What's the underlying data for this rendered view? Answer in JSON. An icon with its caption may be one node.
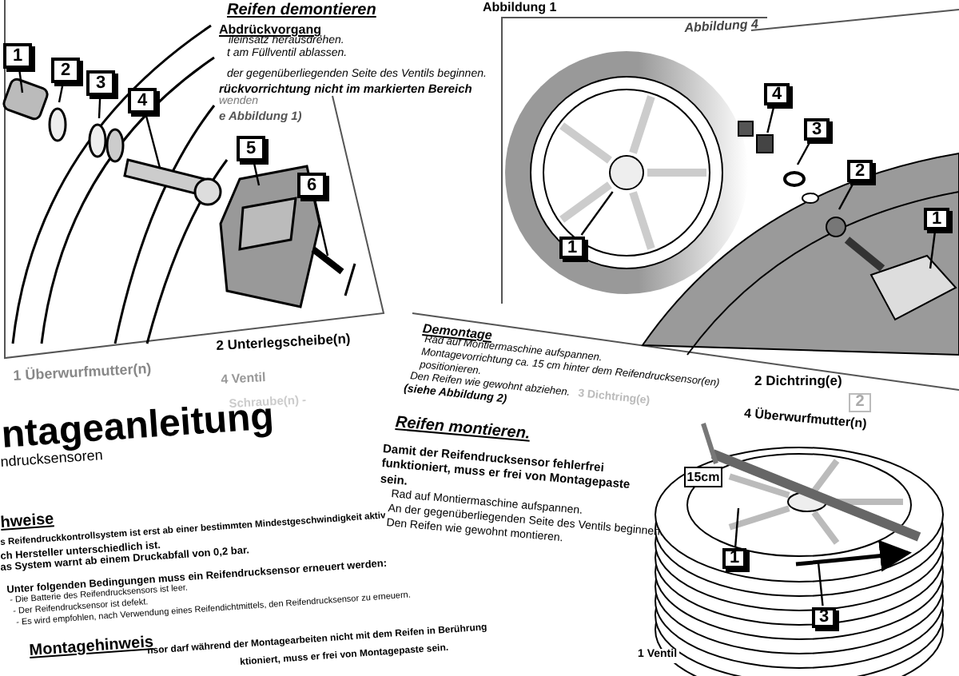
{
  "diagram": {
    "nodes": [
      {
        "text": [
          "1"
        ]
      },
      {
        "text": [
          "2"
        ]
      },
      {
        "text": [
          "3"
        ]
      },
      {
        "text": [
          "4"
        ]
      },
      {
        "text": [
          "5"
        ]
      },
      {
        "text": [
          "6"
        ]
      },
      {
        "text": [
          "1"
        ]
      },
      {
        "text": [
          "4"
        ]
      },
      {
        "text": [
          "3"
        ]
      },
      {
        "text": [
          "2"
        ]
      },
      {
        "text": [
          "1"
        ]
      },
      {
        "text": [
          "2"
        ]
      },
      {
        "text": [
          "1"
        ]
      },
      {
        "text": [
          "3"
        ]
      },
      {
        "text": [
          "15cm"
        ]
      },
      {
        "text": [],
        "shape": "circle"
      },
      {
        "text": [],
        "shape": "box"
      }
    ],
    "edges": [
      {
        "from": 0,
        "to": null,
        "arrow": "none"
      },
      {
        "from": 1,
        "to": null,
        "arrow": "none"
      },
      {
        "from": 2,
        "to": null,
        "arrow": "none"
      },
      {
        "from": 3,
        "to": null,
        "arrow": "none"
      },
      {
        "from": 4,
        "to": null,
        "arrow": "none"
      },
      {
        "from": 5,
        "to": null,
        "arrow": "none"
      },
      {
        "from": 6,
        "to": 15,
        "arrow": "none"
      },
      {
        "from": 7,
        "to": 16,
        "arrow": "none"
      },
      {
        "from": 8,
        "to": null,
        "arrow": "none"
      },
      {
        "from": 9,
        "to": null,
        "arrow": "none"
      },
      {
        "from": 10,
        "to": null,
        "arrow": "none"
      },
      {
        "from": 12,
        "to": null,
        "arrow": "none"
      },
      {
        "from": 13,
        "to": null,
        "arrow": "none"
      }
    ],
    "labels": [
      "Reifen demontieren",
      "Abdrückvorgang",
      "ileinsatz herausdrehen.",
      "t am Füllventil ablassen.",
      "der gegenüberliegenden Seite des Ventils beginnen.",
      "rückvorrichtung nicht im markierten Bereich",
      "wenden",
      "e Abbildung 1)",
      "1 Überwurfmutter(n)",
      "2 Unterlegscheibe(n)",
      "4 Ventil",
      "Schraube(n) -",
      "Abbildung 1",
      "Abbildung 4",
      "Demontage",
      "Rad auf Montiermaschine aufspannen.",
      "Montagevorrichtung ca. 15 cm hinter dem Reifendrucksensor(en)",
      "positionieren.",
      "Den Reifen wie gewohnt abziehen.",
      "(siehe Abbildung 2)",
      "3 Dichtring(e)",
      "Reifen montieren.",
      "Damit der Reifendrucksensor fehlerfrei funktioniert, muss er frei von Montagepaste sein.",
      "Rad auf Montiermaschine aufspannen.",
      "An der gegenüberliegenden Seite des Ventils beginnen.",
      "Den Reifen wie gewohnt montieren.",
      "2 Dichtring(e)",
      "4 Überwurfmutter(n)",
      "1 Ventil",
      "ntageanleitung",
      "ndrucksensoren",
      "hweise",
      "s Reifendruckkontrollsystem ist erst ab einer bestimmten Mindestgeschwindigkeit aktiv",
      "ch Hersteller unterschiedlich ist.",
      "as System warnt ab einem Druckabfall von 0,2 bar.",
      "Unter folgenden Bedingungen muss ein Reifendrucksensor erneuert werden:",
      "- Die Batterie des Reifendrucksensors ist leer.",
      "- Der Reifendrucksensor ist defekt.",
      "- Es wird empfohlen, nach Verwendung eines Reifendichtmittels, den Reifendrucksensor zu erneuern.",
      "Montagehinweis",
      "nsor darf während der Montagearbeiten nicht mit dem Reifen in Berührung",
      "ktioniert, muss er frei von Montagepaste sein."
    ]
  }
}
